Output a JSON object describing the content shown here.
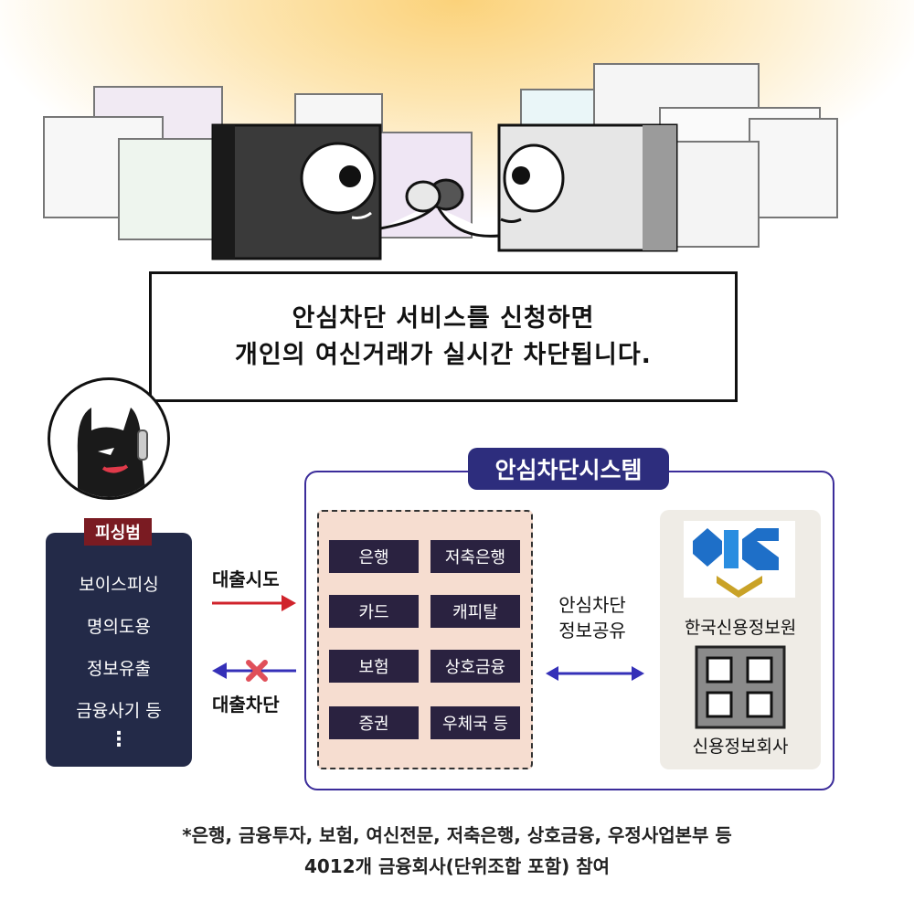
{
  "caption": {
    "line1": "안심차단 서비스를 신청하면",
    "line2": "개인의 여신거래가 실시간 차단됩니다."
  },
  "phishing": {
    "tag": "피싱범",
    "items": [
      "보이스피싱",
      "명의도용",
      "정보유출",
      "금융사기 등"
    ],
    "more": "⋮"
  },
  "arrows": {
    "attempt_label": "대출시도",
    "block_label": "대출차단"
  },
  "system": {
    "title": "안심차단시스템",
    "institutions": [
      "은행",
      "저축은행",
      "카드",
      "캐피탈",
      "보험",
      "상호금융",
      "증권",
      "우체국 등"
    ],
    "share_label_line1": "안심차단",
    "share_label_line2": "정보공유",
    "org1": "한국신용정보원",
    "org2": "신용정보회사"
  },
  "footnote": {
    "line1": "*은행, 금융투자, 보험, 여신전문, 저축은행, 상호금융, 우정사업본부 등",
    "line2": "4012개 금융회사(단위조합 포함) 참여"
  },
  "colors": {
    "panel_navy": "#232a48",
    "tag_maroon": "#7a1b22",
    "system_purple": "#2d2d7d",
    "arrow_red": "#d0232b",
    "arrow_blue": "#3530b8",
    "cis_blue": "#1e6fc8",
    "cis_gold": "#c9a227"
  }
}
